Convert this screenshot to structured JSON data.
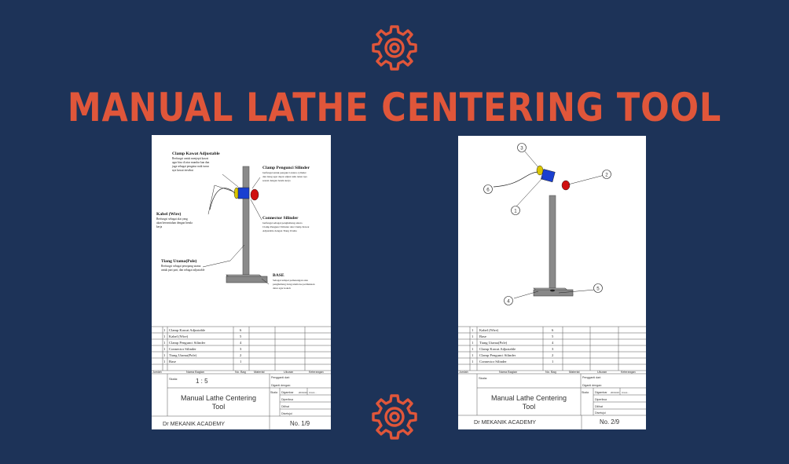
{
  "title": "MANUAL LATHE CENTERING TOOL",
  "colors": {
    "background": "#1d3358",
    "accent": "#e0563a"
  },
  "icons": {
    "top": "gear-icon",
    "bottom": "gear-icon"
  },
  "sheet1": {
    "callouts": {
      "clamp_kawat": {
        "title": "Clamp Kawat Adjustable",
        "desc": [
          "Berfungsi untuk menjepit kawat",
          "agar bisa di atur mundur kan dan",
          "juga sebagai pengatur naik turun",
          "nya kawat tersebut"
        ]
      },
      "clamp_pengunci": {
        "title": "Clamp Pengunci Silinder",
        "desc": [
          "berfungsi untuk pengunci antara cylinder",
          "dan tiang agar dapat adjust naik turun nya",
          "sesuai dengan benda kerja"
        ]
      },
      "kabel": {
        "title": "Kabel (Wire)",
        "desc": [
          "Berfungsi sebagai alat yang",
          "akan bersentuhan dengan benda",
          "kerja"
        ]
      },
      "connector": {
        "title": "Connector Silinder",
        "desc": [
          "berfungsi sebagai penghubung antara",
          "Clamp Pengunci Silinder dan Clamp Kawat",
          "Adjustable dengan Tiang Utama"
        ]
      },
      "tiang": {
        "title": "Tiang Utama(Pole)",
        "desc": [
          "Berfungsi sebagai penopang utama",
          "untuk part part, dan sebagai adjustable"
        ]
      },
      "base": {
        "title": "BASE",
        "desc": [
          "Sebagai tempat pemasangan atau",
          "penghubung tiang utama ke permukaan",
          "datar agar kokoh"
        ]
      }
    },
    "bom": [
      {
        "qty": "1",
        "name": "Clamp Kawat Adjustable",
        "no": "6"
      },
      {
        "qty": "1",
        "name": "Kabel (Wire)",
        "no": "5"
      },
      {
        "qty": "1",
        "name": "Clamp Pengunci Silinder",
        "no": "4"
      },
      {
        "qty": "1",
        "name": "Connector Silinder",
        "no": "3"
      },
      {
        "qty": "1",
        "name": "Tiang Utama(Pole)",
        "no": "2"
      },
      {
        "qty": "1",
        "name": "Base",
        "no": "1"
      }
    ],
    "header": {
      "jumlah": "Jumlah",
      "nama": "Nama Bagian",
      "nobag": "No. Bag",
      "material": "Material",
      "ukuran": "Ukuran",
      "keterangan": "Keterangan"
    },
    "skala_label": "Skala:",
    "skala_value": "1 : 5",
    "drawing_title": [
      "Manual Lathe Centering",
      "Tool"
    ],
    "footer_left": "Dr MEKANIK ACADEMY",
    "footer_right": "No. 1/9",
    "approvals": {
      "pengganti": "Pengganti dari:",
      "diganti": "Diganti dengan:",
      "skala": "Skala",
      "digambar": "Digambar",
      "diperiksa": "Diperiksa",
      "dilihat": "Dilihat",
      "disetujui": "Disetujui",
      "date": "20/01/23",
      "name": "Ummi..."
    }
  },
  "sheet2": {
    "bom": [
      {
        "qty": "1",
        "name": "Kabel (Wire)",
        "no": "6"
      },
      {
        "qty": "1",
        "name": "Base",
        "no": "5"
      },
      {
        "qty": "1",
        "name": "Tiang Utama(Pole)",
        "no": "4"
      },
      {
        "qty": "1",
        "name": "Clamp Kawat Adjustable",
        "no": "3"
      },
      {
        "qty": "1",
        "name": "Clamp Pengunci Silinder",
        "no": "2"
      },
      {
        "qty": "1",
        "name": "Connector Silinder",
        "no": "1"
      }
    ],
    "balloons": [
      "1",
      "2",
      "3",
      "4",
      "5",
      "6"
    ],
    "header": {
      "jumlah": "Jumlah",
      "nama": "Nama Bagian",
      "nobag": "No. Bag",
      "material": "Material",
      "ukuran": "Ukuran",
      "keterangan": "Keterangan"
    },
    "skala_label": "Skala:",
    "drawing_title": [
      "Manual Lathe Centering",
      "Tool"
    ],
    "footer_left": "Dr MEKANIK ACADEMY",
    "footer_right": "No. 2/9",
    "approvals": {
      "pengganti": "Pengganti dari:",
      "diganti": "Diganti dengan:",
      "skala": "Skala",
      "digambar": "Digambar",
      "diperiksa": "Diperiksa",
      "dilihat": "Dilihat",
      "disetujui": "Disetujui",
      "date": "20/01/23",
      "name": "Ummi..."
    }
  }
}
